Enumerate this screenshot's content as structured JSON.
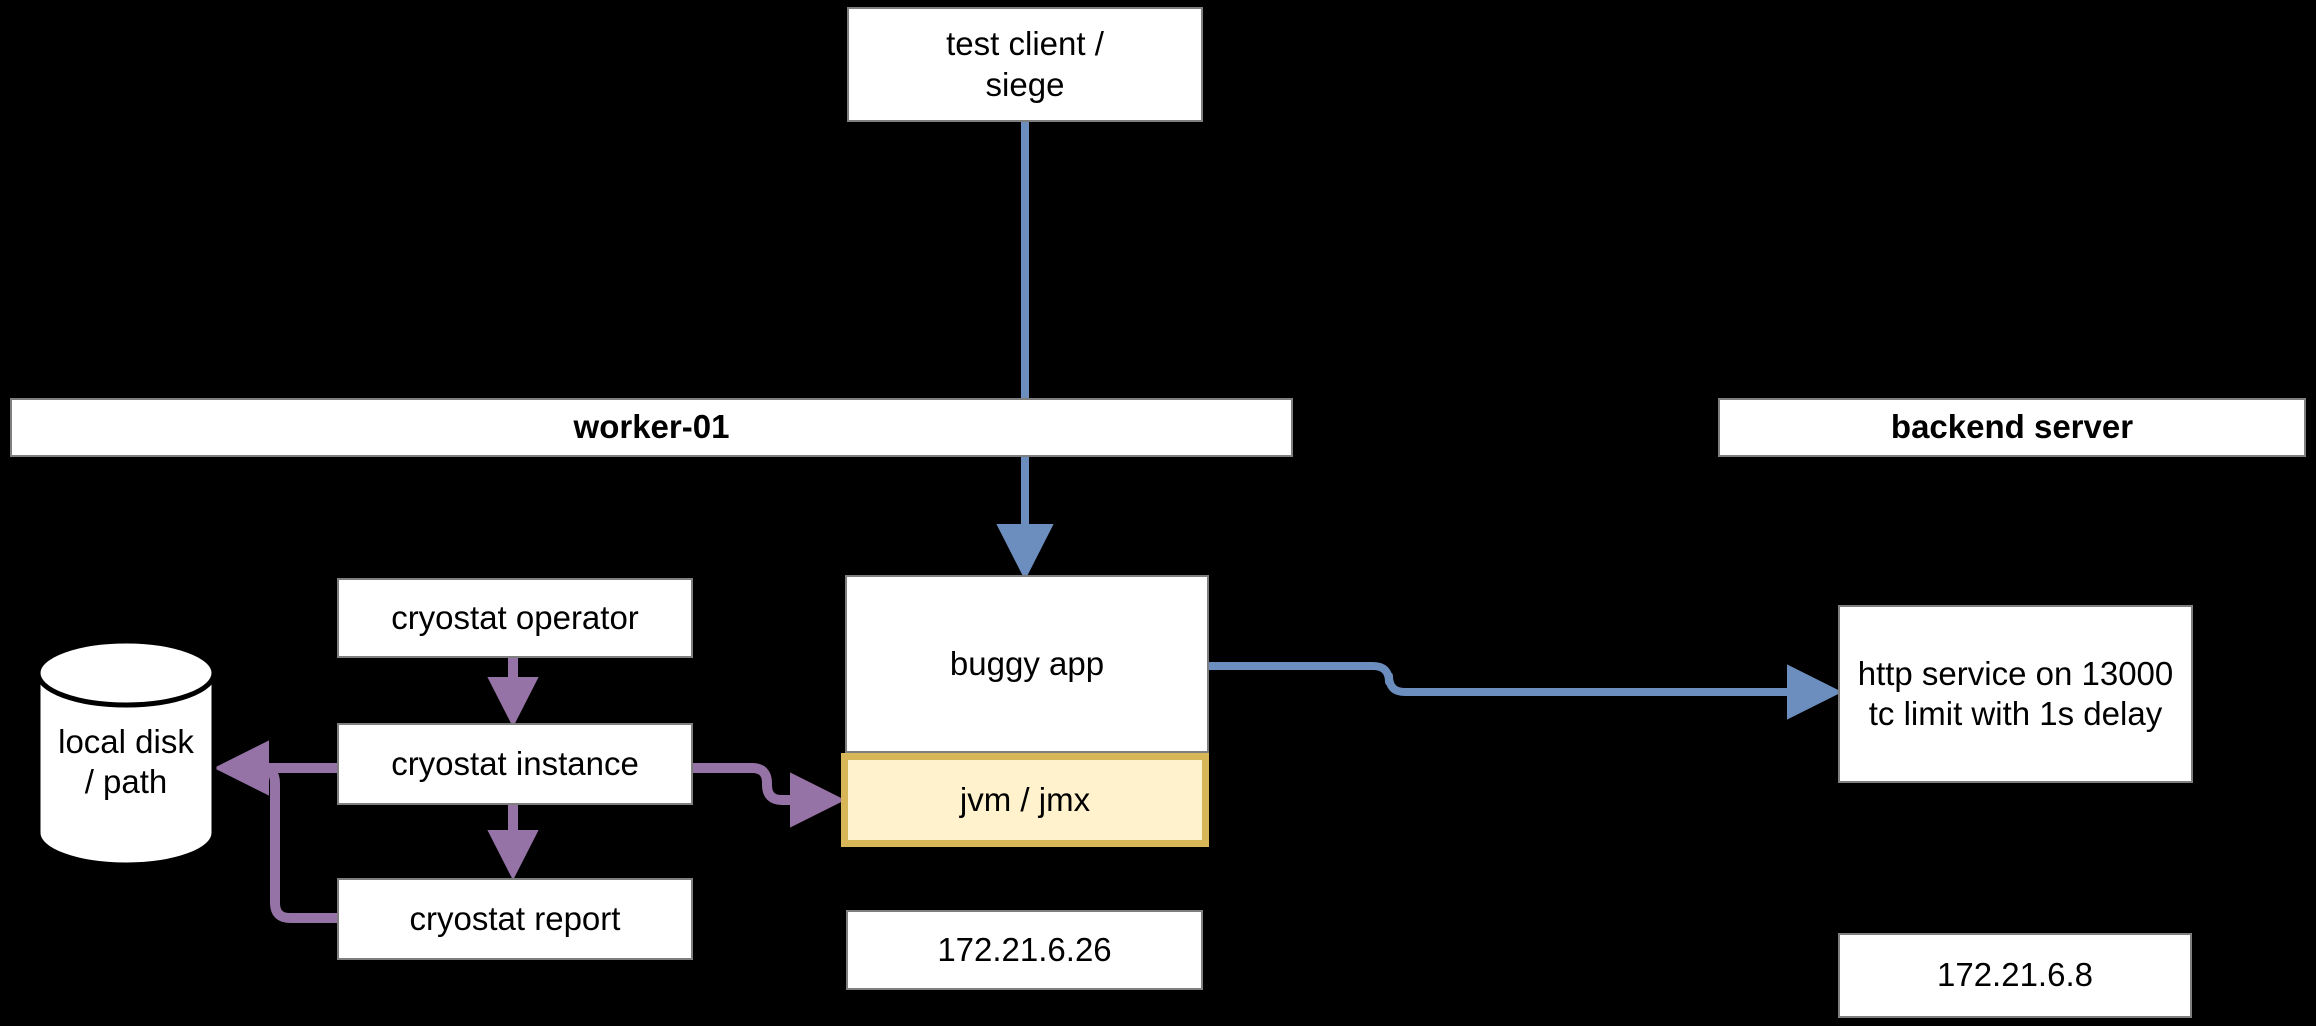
{
  "diagram": {
    "background": "#000000",
    "colors": {
      "box_fill": "#FFFFFF",
      "box_border": "#7F7F7F",
      "text": "#000000",
      "blue_edge": "#6C8EBF",
      "purple_edge": "#9673A6",
      "highlight_fill": "#FFF2CC",
      "highlight_border": "#D6B656"
    },
    "swimlanes": [
      {
        "id": "worker",
        "label": "worker-01"
      },
      {
        "id": "backend",
        "label": "backend server"
      }
    ],
    "nodes": [
      {
        "id": "test-client",
        "label": "test client /\nsiege"
      },
      {
        "id": "cryostat-operator",
        "label": "cryostat operator"
      },
      {
        "id": "cryostat-instance",
        "label": "cryostat instance"
      },
      {
        "id": "cryostat-report",
        "label": "cryostat report"
      },
      {
        "id": "local-disk",
        "label": "local disk\n/ path"
      },
      {
        "id": "buggy-app",
        "label": "buggy app"
      },
      {
        "id": "jvm-jmx",
        "label": "jvm / jmx"
      },
      {
        "id": "buggy-app-ip",
        "label": "172.21.6.26"
      },
      {
        "id": "http-service",
        "label": "http service on 13000\ntc limit with 1s delay"
      },
      {
        "id": "backend-ip",
        "label": "172.21.6.8"
      }
    ],
    "edges": [
      {
        "id": "client-to-app",
        "from": "test-client",
        "to": "buggy-app",
        "color": "#6C8EBF"
      },
      {
        "id": "operator-to-instance",
        "from": "cryostat-operator",
        "to": "cryostat-instance",
        "color": "#9673A6"
      },
      {
        "id": "instance-to-report",
        "from": "cryostat-instance",
        "to": "cryostat-report",
        "color": "#9673A6"
      },
      {
        "id": "instance-to-disk",
        "from": "cryostat-instance",
        "to": "local-disk",
        "color": "#9673A6"
      },
      {
        "id": "report-to-disk",
        "from": "cryostat-report",
        "to": "local-disk",
        "color": "#9673A6"
      },
      {
        "id": "instance-to-jvm",
        "from": "cryostat-instance",
        "to": "jvm-jmx",
        "color": "#9673A6"
      },
      {
        "id": "app-to-http",
        "from": "buggy-app",
        "to": "http-service",
        "color": "#6C8EBF"
      }
    ]
  }
}
